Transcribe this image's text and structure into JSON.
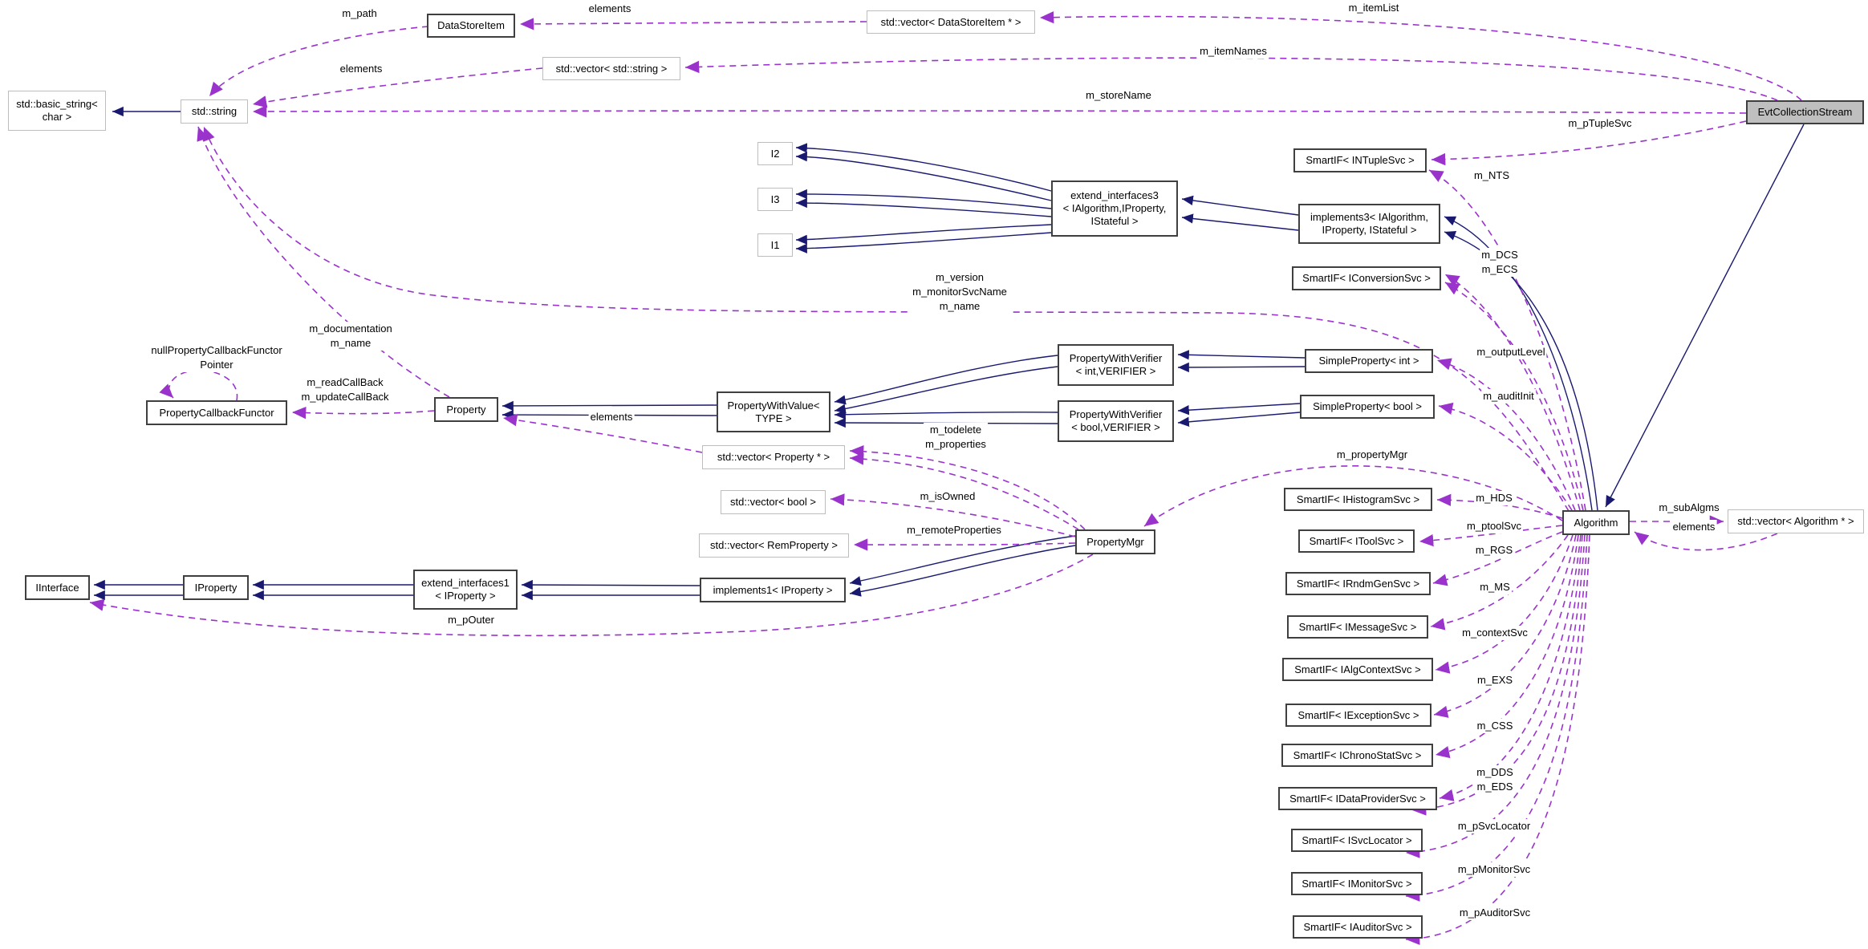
{
  "diagram_type": "collaboration-graph",
  "colors": {
    "inheritance_edge": "#191970",
    "usage_edge": "#9a33cc",
    "main_node_fill": "#bfbfbf",
    "node_border_dark": "#3f3f3f",
    "node_border_light": "#bdbdbd"
  },
  "nodes": {
    "basic_string": {
      "label": "std::basic_string<\nchar >"
    },
    "std_string": {
      "label": "std::string"
    },
    "data_store_item": {
      "label": "DataStoreItem"
    },
    "vec_data_store_item": {
      "label": "std::vector< DataStoreItem * >"
    },
    "vec_string": {
      "label": "std::vector< std::string >"
    },
    "evt_collection_stream": {
      "label": "EvtCollectionStream"
    },
    "i2": {
      "label": "I2"
    },
    "i3": {
      "label": "I3"
    },
    "i1": {
      "label": "I1"
    },
    "extend_interfaces3": {
      "label": "extend_interfaces3\n< IAlgorithm,IProperty,\nIStateful >"
    },
    "smartif_intuplesvc": {
      "label": "SmartIF< INTupleSvc >"
    },
    "implements3": {
      "label": "implements3< IAlgorithm,\nIProperty, IStateful >"
    },
    "smartif_iconversionsvc": {
      "label": "SmartIF< IConversionSvc >"
    },
    "pwv_int": {
      "label": "PropertyWithVerifier\n< int,VERIFIER >"
    },
    "simpleprop_int": {
      "label": "SimpleProperty< int >"
    },
    "pwv_bool": {
      "label": "PropertyWithVerifier\n< bool,VERIFIER >"
    },
    "simpleprop_bool": {
      "label": "SimpleProperty< bool >"
    },
    "property_callback_functor": {
      "label": "PropertyCallbackFunctor"
    },
    "property": {
      "label": "Property"
    },
    "property_with_value": {
      "label": "PropertyWithValue<\nTYPE >"
    },
    "vec_property": {
      "label": "std::vector< Property * >"
    },
    "vec_bool": {
      "label": "std::vector< bool >"
    },
    "vec_remproperty": {
      "label": "std::vector< RemProperty >"
    },
    "property_mgr": {
      "label": "PropertyMgr"
    },
    "iinterface": {
      "label": "IInterface"
    },
    "iproperty": {
      "label": "IProperty"
    },
    "extend_interfaces1": {
      "label": "extend_interfaces1\n< IProperty >"
    },
    "implements1": {
      "label": "implements1< IProperty >"
    },
    "algorithm": {
      "label": "Algorithm"
    },
    "vec_algorithm": {
      "label": "std::vector< Algorithm * >"
    },
    "s_ihistogramsvc": {
      "label": "SmartIF< IHistogramSvc >"
    },
    "s_itoolsvc": {
      "label": "SmartIF< IToolSvc >"
    },
    "s_irndmgensvc": {
      "label": "SmartIF< IRndmGenSvc >"
    },
    "s_imessagesvc": {
      "label": "SmartIF< IMessageSvc >"
    },
    "s_ialgcontextsvc": {
      "label": "SmartIF< IAlgContextSvc >"
    },
    "s_iexceptionsvc": {
      "label": "SmartIF< IExceptionSvc >"
    },
    "s_ichronostatsvc": {
      "label": "SmartIF< IChronoStatSvc >"
    },
    "s_idataprovidersvc": {
      "label": "SmartIF< IDataProviderSvc >"
    },
    "s_isvclocator": {
      "label": "SmartIF< ISvcLocator >"
    },
    "s_imonitorsvc": {
      "label": "SmartIF< IMonitorSvc >"
    },
    "s_iauditorsvc": {
      "label": "SmartIF< IAuditorSvc >"
    }
  },
  "edge_labels": {
    "m_path": "m_path",
    "elements_items": "elements",
    "m_itemList": "m_itemList",
    "elements_strings": "elements",
    "m_itemNames": "m_itemNames",
    "m_storeName": "m_storeName",
    "m_pTupleSvc": "m_pTupleSvc",
    "m_NTS": "m_NTS",
    "m_DCS_m_ECS": "m_DCS\nm_ECS",
    "m_version_block": "m_version\nm_monitorSvcName\nm_name",
    "m_outputLevel": "m_outputLevel",
    "m_auditInit": "m_auditInit",
    "m_documentation_m_name": "m_documentation\nm_name",
    "null_functor_pointer": "nullPropertyCallbackFunctor\nPointer",
    "m_readCallBack_m_updateCallBack": "m_readCallBack\nm_updateCallBack",
    "elements_properties": "elements",
    "m_todelete_m_properties": "m_todelete\nm_properties",
    "m_propertyMgr": "m_propertyMgr",
    "m_isOwned": "m_isOwned",
    "m_remoteProperties": "m_remoteProperties",
    "m_HDS": "m_HDS",
    "m_ptoolSvc": "m_ptoolSvc",
    "m_RGS": "m_RGS",
    "m_MS": "m_MS",
    "m_contextSvc": "m_contextSvc",
    "m_EXS": "m_EXS",
    "m_CSS": "m_CSS",
    "m_DDS_m_EDS": "m_DDS\nm_EDS",
    "m_pSvcLocator": "m_pSvcLocator",
    "m_pMonitorSvc": "m_pMonitorSvc",
    "m_pAuditorSvc": "m_pAuditorSvc",
    "m_subAlgms": "m_subAlgms",
    "elements_subalgs": "elements",
    "m_pOuter": "m_pOuter"
  }
}
